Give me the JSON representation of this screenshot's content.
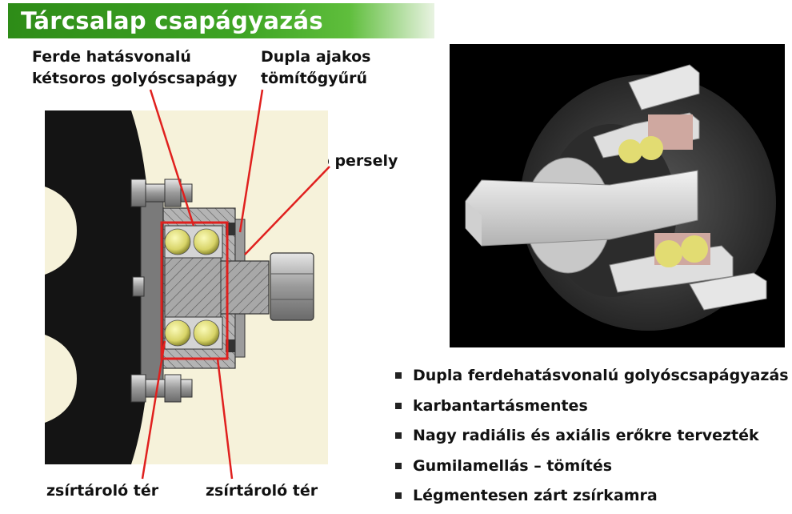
{
  "slide": {
    "title": "Tárcsalap csapágyazás"
  },
  "callouts": {
    "bearing_line1": "Ferde hatásvonalú",
    "bearing_line2": "kétsoros golyóscsapágy",
    "seal_line1": "Dupla ajakos",
    "seal_line2": "tömítőgyűrű",
    "bushing": "kopó persely",
    "grease_left": "zsírtároló tér",
    "grease_right": "zsírtároló tér"
  },
  "features": [
    "Dupla ferdehatásvonalú golyóscsapágyazás",
    "karbantartásmentes",
    "Nagy radiális és axiális erőkre tervezték",
    "Gumilamellás – tömítés",
    "Légmentesen zárt zsírkamra"
  ],
  "colors": {
    "title_green": "#3ea424",
    "callout_red": "#e0201e",
    "drawing_bg": "#f6f2da",
    "render_bg": "#000000",
    "ball_yellow": "#e6e27c"
  }
}
